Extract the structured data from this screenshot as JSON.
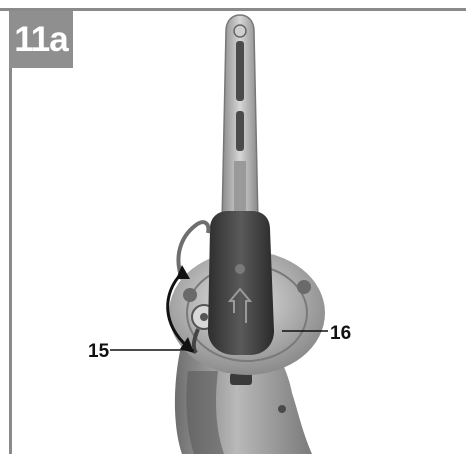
{
  "figure": {
    "label": "11a"
  },
  "callouts": [
    {
      "number": "15",
      "target": "locking-lever"
    },
    {
      "number": "16",
      "target": "belt-arm-pivot-housing"
    }
  ],
  "colors": {
    "frame": "#8a8a8a",
    "label_background": "#8f8f8f",
    "label_text": "#ffffff",
    "tool_body": "#a8a8a8",
    "tool_dark": "#3a3a3a"
  },
  "icons": [
    "rotation-arrow-icon"
  ]
}
